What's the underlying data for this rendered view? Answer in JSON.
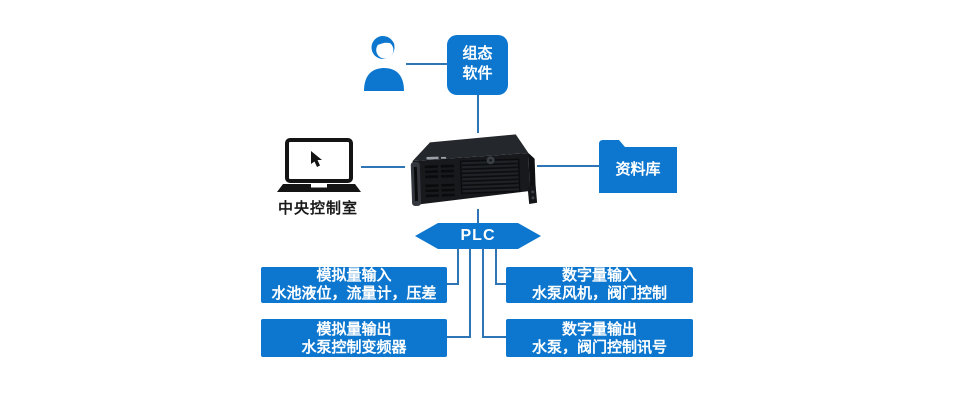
{
  "colors": {
    "node_blue": "#0d77cf",
    "connector_blue": "#2e75b6",
    "text_white": "#ffffff",
    "text_dark": "#1a1a1a"
  },
  "diagram": {
    "operator": {
      "icon": "user-icon"
    },
    "config_software": {
      "line1": "组态",
      "line2": "软件"
    },
    "central_control_room": {
      "icon": "laptop-icon",
      "label": "中央控制室"
    },
    "industrial_computer": {
      "icon": "server-image"
    },
    "database": {
      "icon": "folder-icon",
      "label": "资料库"
    },
    "plc": {
      "label": "PLC"
    },
    "io_boxes": [
      {
        "title": "模拟量输入",
        "detail": "水池液位，流量计，压差"
      },
      {
        "title": "数字量输入",
        "detail": "水泵风机，阀门控制"
      },
      {
        "title": "模拟量输出",
        "detail": "水泵控制变频器"
      },
      {
        "title": "数字量输出",
        "detail": "水泵，阀门控制讯号"
      }
    ]
  }
}
